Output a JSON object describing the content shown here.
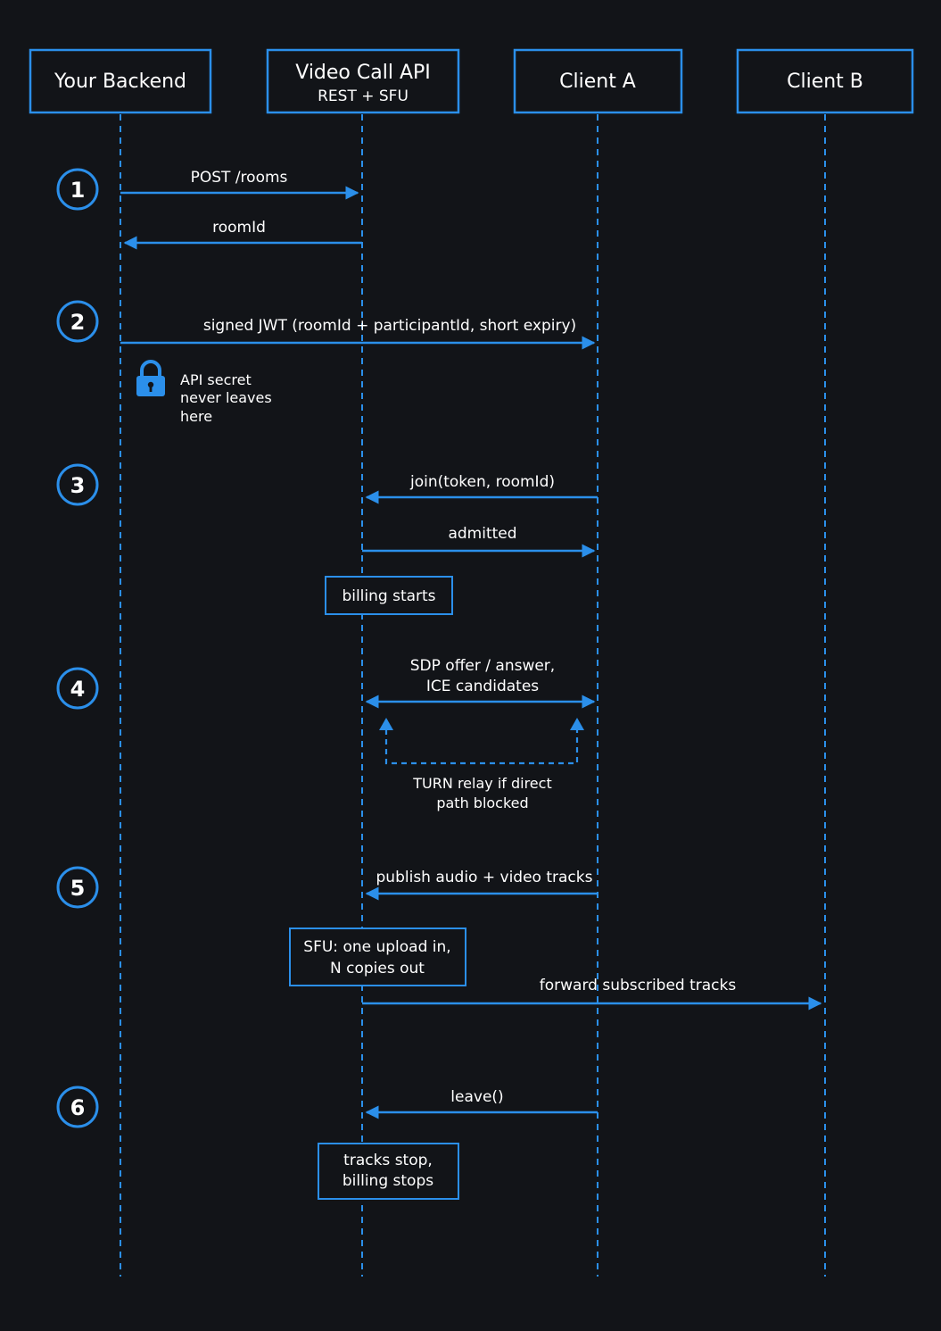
{
  "accent_color": "#2b8fea",
  "background_color": "#121418",
  "participants": [
    {
      "id": "backend",
      "title": "Your Backend",
      "subtitle": ""
    },
    {
      "id": "api",
      "title": "Video Call API",
      "subtitle": "REST + SFU"
    },
    {
      "id": "clientA",
      "title": "Client A",
      "subtitle": ""
    },
    {
      "id": "clientB",
      "title": "Client B",
      "subtitle": ""
    }
  ],
  "steps": [
    "1",
    "2",
    "3",
    "4",
    "5",
    "6"
  ],
  "messages": {
    "post_rooms": "POST /rooms",
    "room_id": "roomId",
    "signed_jwt": "signed JWT (roomId + participantId, short expiry)",
    "join": "join(token, roomId)",
    "admitted": "admitted",
    "sdp_line1": "SDP offer / answer,",
    "sdp_line2": "ICE candidates",
    "publish": "publish audio + video tracks",
    "forward": "forward subscribed tracks",
    "leave": "leave()"
  },
  "notes": {
    "billing_starts": "billing starts",
    "sfu_line1": "SFU: one upload in,",
    "sfu_line2": "N copies out",
    "tracks_stop_line1": "tracks stop,",
    "tracks_stop_line2": "billing stops"
  },
  "annotations": {
    "secret_icon": "lock-icon",
    "secret_line1": "API secret",
    "secret_line2": "never leaves",
    "secret_line3": "here",
    "turn_line1": "TURN relay if direct",
    "turn_line2": "path blocked"
  }
}
